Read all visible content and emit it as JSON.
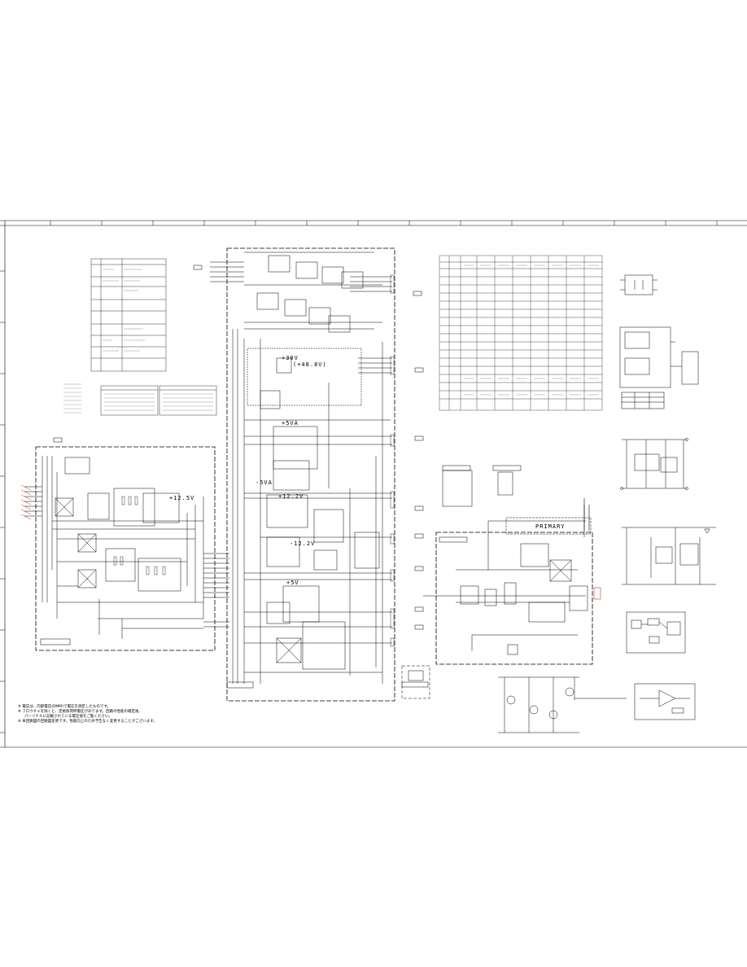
{
  "boxes": {
    "left_board": "",
    "center_board": "",
    "bottom_right_board": "",
    "small_board": ""
  },
  "rails": {
    "r1": "+30V",
    "r2": "(+48.8V)",
    "r3": "+5VA",
    "r4": "-5VA",
    "r5": "+12.5V",
    "r6": "+12.2V",
    "r7": "-12.2V",
    "r8": "+5V"
  },
  "primary_label": "PRIMARY",
  "notes": {
    "n1": "※ 電圧は、内部電圧(DMM)で電圧を測定したものです。",
    "n2": "※ フロウチャを除くと、定格負荷時電圧があります。回路の性能の確定後、",
    "n3": "パーソナルに記載されている電圧値をご覧ください。",
    "n4": "※ 本回路図の回路図変更です。性能向上のため予告なく変更することがございます。"
  }
}
